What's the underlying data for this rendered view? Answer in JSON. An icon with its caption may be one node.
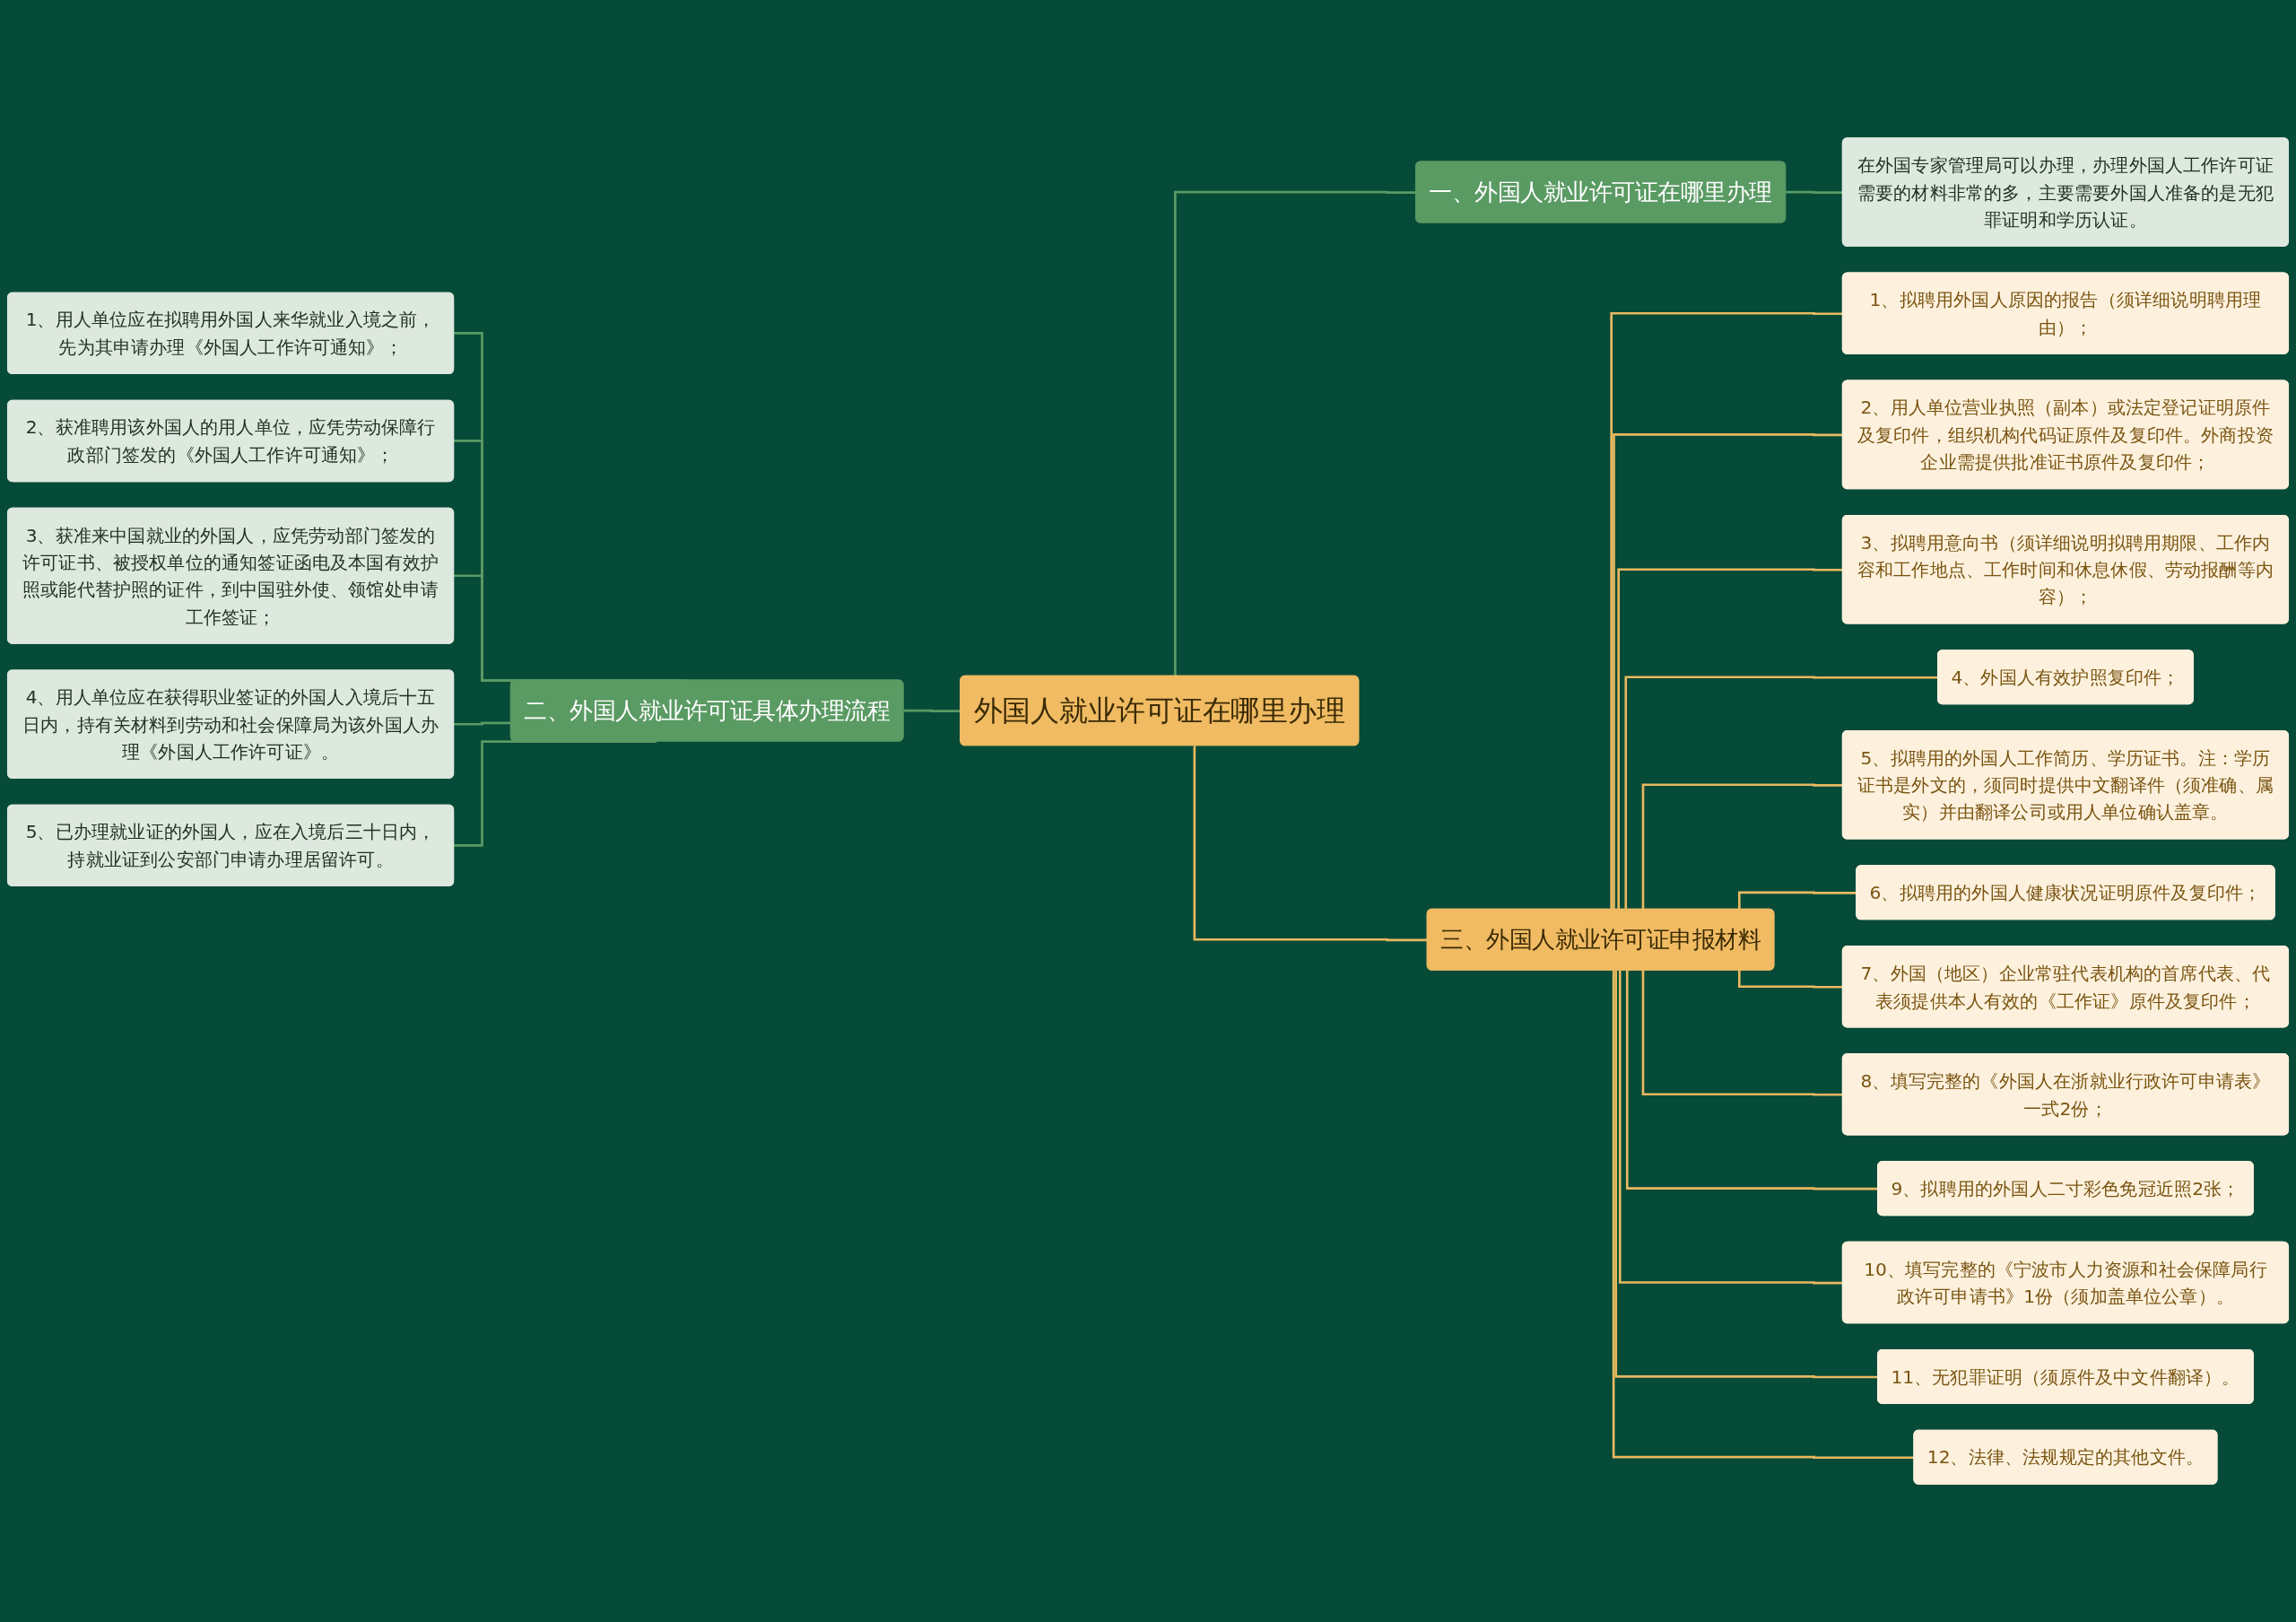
{
  "diagram": {
    "nodes": [
      {
        "text": [
          "外国人就业许可证在哪里办理"
        ]
      },
      {
        "text": [
          "一、外国人就业许可证在哪里办理"
        ]
      },
      {
        "text": [
          "在外国专家管理局可以办理，办理外国人工作许可证需要的材料非常的多，主要需要外国人准备的是无犯罪证明和学历认证。"
        ]
      },
      {
        "text": [
          "二、外国人就业许可证具体办理流程"
        ]
      },
      {
        "text": [
          "1、用人单位应在拟聘用外国人来华就业入境之前，先为其申请办理《外国人工作许可通知》；"
        ]
      },
      {
        "text": [
          "2、获准聘用该外国人的用人单位，应凭劳动保障行政部门签发的《外国人工作许可通知》；"
        ]
      },
      {
        "text": [
          "3、获准来中国就业的外国人，应凭劳动部门签发的许可证书、被授权单位的通知签证函电及本国有效护照或能代替护照的证件，到中国驻外使、领馆处申请工作签证；"
        ]
      },
      {
        "text": [
          "4、用人单位应在获得职业签证的外国人入境后十五日内，持有关材料到劳动和社会保障局为该外国人办理《外国人工作许可证》。"
        ]
      },
      {
        "text": [
          "5、已办理就业证的外国人，应在入境后三十日内，持就业证到公安部门申请办理居留许可。"
        ]
      },
      {
        "text": [
          "三、外国人就业许可证申报材料"
        ]
      },
      {
        "text": [
          "1、拟聘用外国人原因的报告（须详细说明聘用理由）；"
        ]
      },
      {
        "text": [
          "2、用人单位营业执照（副本）或法定登记证明原件及复印件，组织机构代码证原件及复印件。外商投资企业需提供批准证书原件及复印件；"
        ]
      },
      {
        "text": [
          "3、拟聘用意向书（须详细说明拟聘用期限、工作内容和工作地点、工作时间和休息休假、劳动报酬等内容）；"
        ]
      },
      {
        "text": [
          "4、外国人有效护照复印件；"
        ]
      },
      {
        "text": [
          "5、拟聘用的外国人工作简历、学历证书。注：学历证书是外文的，须同时提供中文翻译件（须准确、属实）并由翻译公司或用人单位确认盖章。"
        ]
      },
      {
        "text": [
          "6、拟聘用的外国人健康状况证明原件及复印件；"
        ]
      },
      {
        "text": [
          "7、外国（地区）企业常驻代表机构的首席代表、代表须提供本人有效的《工作证》原件及复印件；"
        ]
      },
      {
        "text": [
          "8、填写完整的《外国人在浙就业行政许可申请表》一式2份；"
        ]
      },
      {
        "text": [
          "9、拟聘用的外国人二寸彩色免冠近照2张；"
        ]
      },
      {
        "text": [
          "10、填写完整的《宁波市人力资源和社会保障局行政许可申请书》1份（须加盖单位公章）。"
        ]
      },
      {
        "text": [
          "11、无犯罪证明（须原件及中文件翻译）。"
        ]
      },
      {
        "text": [
          "12、法律、法规规定的其他文件。"
        ]
      }
    ],
    "edges": [
      {
        "from": 0,
        "to": 1,
        "arrow": "none",
        "color": "#5a9a63"
      },
      {
        "from": 1,
        "to": 2,
        "arrow": "none",
        "color": "#5a9a63"
      },
      {
        "from": 0,
        "to": 3,
        "arrow": "none",
        "color": "#5a9a63"
      },
      {
        "from": 3,
        "to": 4,
        "arrow": "none",
        "color": "#5a9a63"
      },
      {
        "from": 3,
        "to": 5,
        "arrow": "none",
        "color": "#5a9a63"
      },
      {
        "from": 3,
        "to": 6,
        "arrow": "none",
        "color": "#5a9a63"
      },
      {
        "from": 3,
        "to": 7,
        "arrow": "none",
        "color": "#5a9a63"
      },
      {
        "from": 3,
        "to": 8,
        "arrow": "none",
        "color": "#5a9a63"
      },
      {
        "from": 0,
        "to": 9,
        "arrow": "none"
      },
      {
        "from": 9,
        "to": 10,
        "arrow": "none"
      },
      {
        "from": 9,
        "to": 11,
        "arrow": "none"
      },
      {
        "from": 9,
        "to": 12,
        "arrow": "none"
      },
      {
        "from": 9,
        "to": 13,
        "arrow": "none"
      },
      {
        "from": 9,
        "to": 14,
        "arrow": "none"
      },
      {
        "from": 9,
        "to": 15,
        "arrow": "none"
      },
      {
        "from": 9,
        "to": 16,
        "arrow": "none"
      },
      {
        "from": 9,
        "to": 17,
        "arrow": "none"
      },
      {
        "from": 9,
        "to": 18,
        "arrow": "none"
      },
      {
        "from": 9,
        "to": 19,
        "arrow": "none"
      },
      {
        "from": 9,
        "to": 20,
        "arrow": "none"
      },
      {
        "from": 9,
        "to": 21,
        "arrow": "none"
      }
    ]
  }
}
